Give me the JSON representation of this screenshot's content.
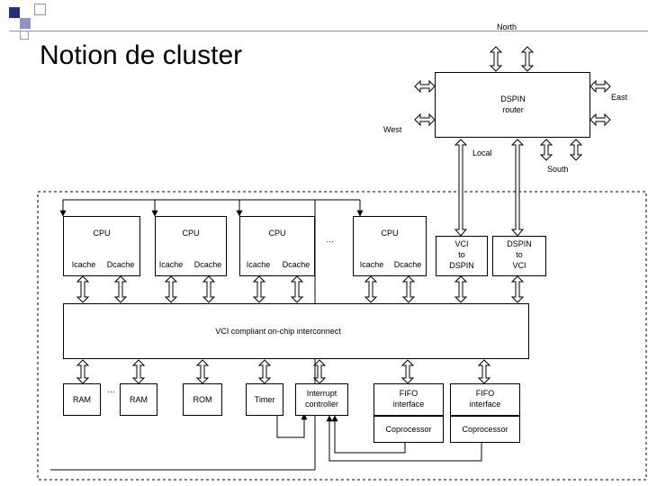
{
  "slide": {
    "title": "Notion de cluster",
    "north_label": "North",
    "east_label": "East",
    "west_label": "West",
    "south_label": "South",
    "local_label": "Local",
    "router_label_line1": "DSPIN",
    "router_label_line2": "router"
  },
  "cluster": {
    "cpus": [
      {
        "label": "CPU",
        "icache": "Icache",
        "dcache": "Dcache"
      },
      {
        "label": "CPU",
        "icache": "Icache",
        "dcache": "Dcache"
      },
      {
        "label": "CPU",
        "icache": "Icache",
        "dcache": "Dcache"
      },
      {
        "label": "CPU",
        "icache": "Icache",
        "dcache": "Dcache"
      }
    ],
    "cpu_ellipsis": "…",
    "vci_to_dspin": [
      "VCI",
      "to",
      "DSPIN"
    ],
    "dspin_to_vci": [
      "DSPIN",
      "to",
      "VCI"
    ],
    "interconnect_label": "VCI compliant on-chip interconnect",
    "ram1_label": "RAM",
    "ram_ellipsis": "…",
    "ram2_label": "RAM",
    "rom_label": "ROM",
    "timer_label": "Timer",
    "interrupt_line1": "Interrupt",
    "interrupt_line2": "controller",
    "fifo1_line1": "FIFO",
    "fifo1_line2": "interface",
    "fifo2_line1": "FIFO",
    "fifo2_line2": "interface",
    "coproc1_label": "Coprocessor",
    "coproc2_label": "Coprocessor"
  }
}
